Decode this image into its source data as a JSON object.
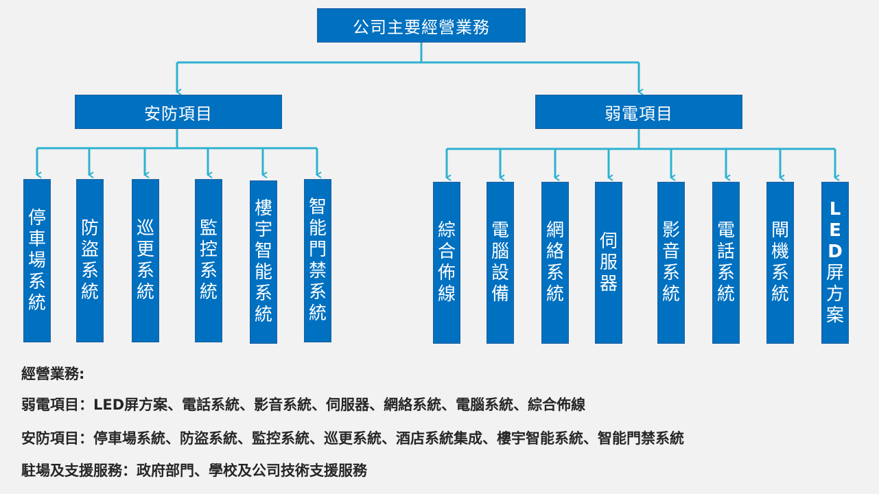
{
  "root": {
    "label": "公司主要經營業務"
  },
  "branches": {
    "security": {
      "label": "安防項目",
      "items": [
        "停車場系統",
        "防盜系統",
        "巡更系統",
        "監控系統",
        "樓宇智能系統",
        "智能門禁系統"
      ]
    },
    "weak_current": {
      "label": "弱電項目",
      "items": [
        "綜合佈線",
        "電腦設備",
        "網絡系統",
        "伺服器",
        "影音系統",
        "電話系統",
        "閘機系統",
        "LED屏方案"
      ]
    }
  },
  "summary": {
    "heading": "經營業務:",
    "weak_current": "弱電項目：LED屏方案、電話系統、影音系統、伺服器、網絡系統、電腦系統、綜合佈線",
    "security": "安防項目：停車場系統、防盜系統、監控系統、巡更系統、酒店系統集成、樓宇智能系統、智能門禁系統",
    "support": "駐場及支援服務：政府部門、學校及公司技術支援服務"
  },
  "colors": {
    "box": "#0070c0",
    "connector": "#2db2d0",
    "text": "#262626",
    "background": "#f2f2f2"
  }
}
